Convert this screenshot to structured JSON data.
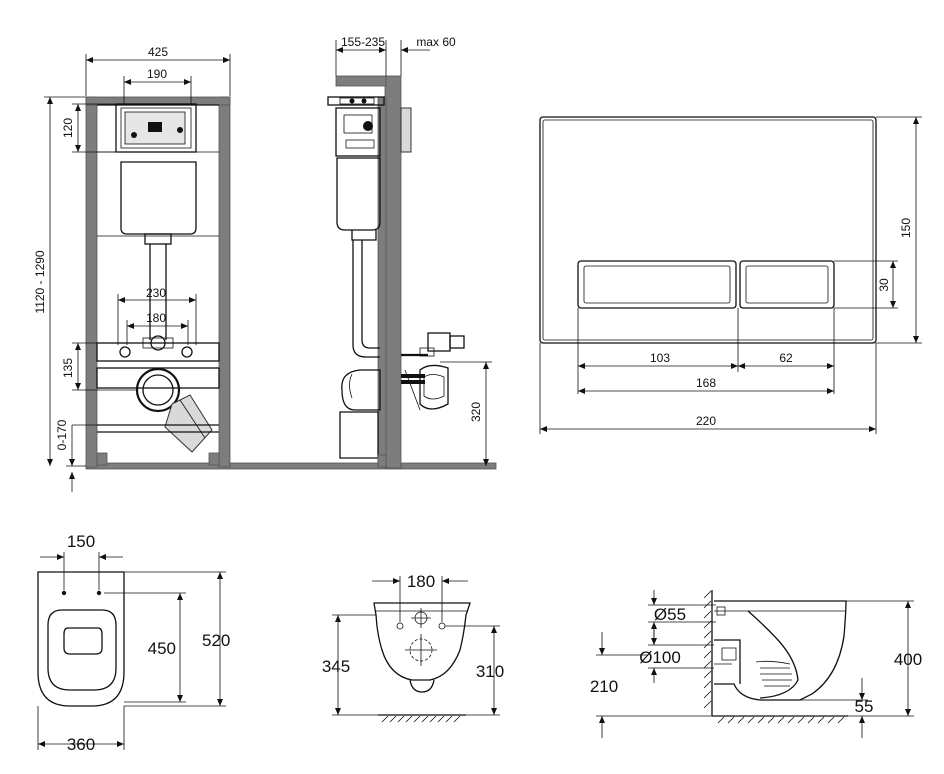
{
  "frame_front": {
    "width": "425",
    "panel_width": "190",
    "panel_height": "120",
    "height_range": "1120 - 1290",
    "bolt_spacing_wide": "230",
    "bolt_spacing_narrow": "180",
    "outlet_height": "135",
    "foot_adjust": "0-170"
  },
  "frame_side": {
    "depth_range": "155-235",
    "wall_max": "max 60",
    "outlet_height": "320"
  },
  "flush_plate": {
    "height": "150",
    "button_height": "30",
    "button_left_width": "103",
    "button_right_width": "62",
    "buttons_total_width": "168",
    "width": "220"
  },
  "bowl_top": {
    "bolt_spacing": "150",
    "seat_length": "450",
    "length": "520",
    "width": "360"
  },
  "bowl_front": {
    "bolt_spacing": "180",
    "height": "345",
    "height_to_bolts": "310"
  },
  "bowl_side": {
    "inlet_diameter": "Ø55",
    "outlet_diameter": "Ø100",
    "outlet_height": "210",
    "height": "400",
    "floor_gap": "55"
  },
  "colors": {
    "line": "#111111",
    "frame_fill": "#7d7d7d",
    "background": "#ffffff"
  }
}
